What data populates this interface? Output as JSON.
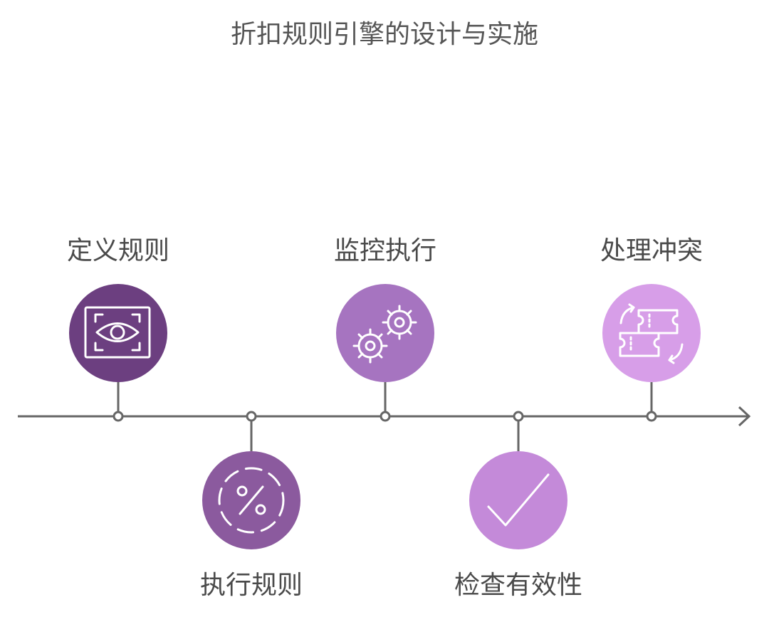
{
  "title": "折扣规则引擎的设计与实施",
  "steps": [
    {
      "label": "定义规则",
      "icon": "eye-frame-icon",
      "color": "#6c3f80"
    },
    {
      "label": "执行规则",
      "icon": "percent-icon",
      "color": "#8b5a9e"
    },
    {
      "label": "监控执行",
      "icon": "gears-icon",
      "color": "#a674c0"
    },
    {
      "label": "检查有效性",
      "icon": "checkmark-icon",
      "color": "#c48ad9"
    },
    {
      "label": "处理冲突",
      "icon": "tickets-swap-icon",
      "color": "#d79ee8"
    }
  ]
}
